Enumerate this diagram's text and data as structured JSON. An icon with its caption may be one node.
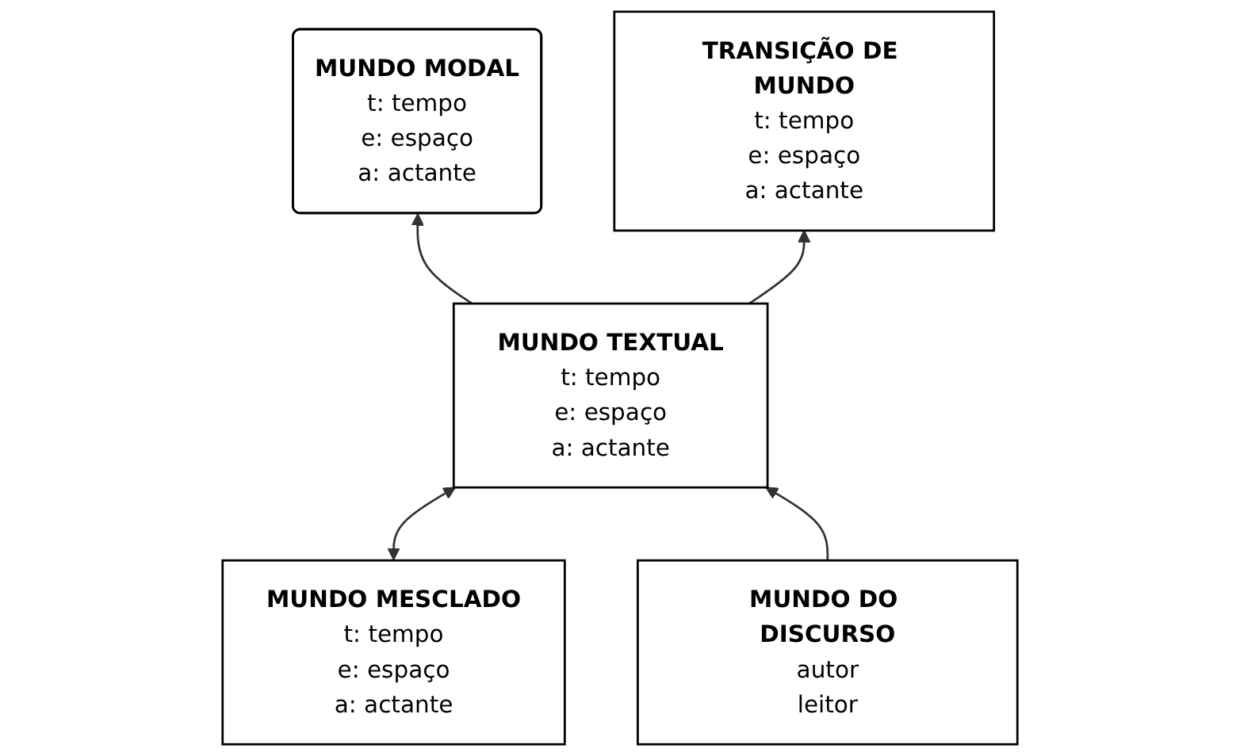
{
  "diagram": {
    "nodes": [
      {
        "text": [
          "MUNDO MODAL",
          "t: tempo",
          "e: espaço",
          "a: actante"
        ]
      },
      {
        "text": [
          "MUNDO MESCLADO",
          "t: tempo",
          "e: espaço",
          "a: actante"
        ]
      },
      {
        "text": [
          "MUNDO TEXTUAL",
          "t: tempo",
          "e: espaço",
          "a: actante"
        ]
      },
      {
        "text": [
          "TRANSIÇÃO DE MUNDO",
          "t: tempo",
          "e: espaço",
          "a: actante"
        ]
      },
      {
        "text": [
          "MUNDO DO DISCURSO",
          "autor",
          "leitor"
        ]
      }
    ],
    "edges": [
      {
        "from": 2,
        "to": 0,
        "arrow": "to"
      },
      {
        "from": 1,
        "to": 2,
        "arrow": "both"
      },
      {
        "from": 2,
        "to": 3,
        "arrow": "to"
      },
      {
        "from": 4,
        "to": 2,
        "arrow": "to"
      }
    ]
  }
}
